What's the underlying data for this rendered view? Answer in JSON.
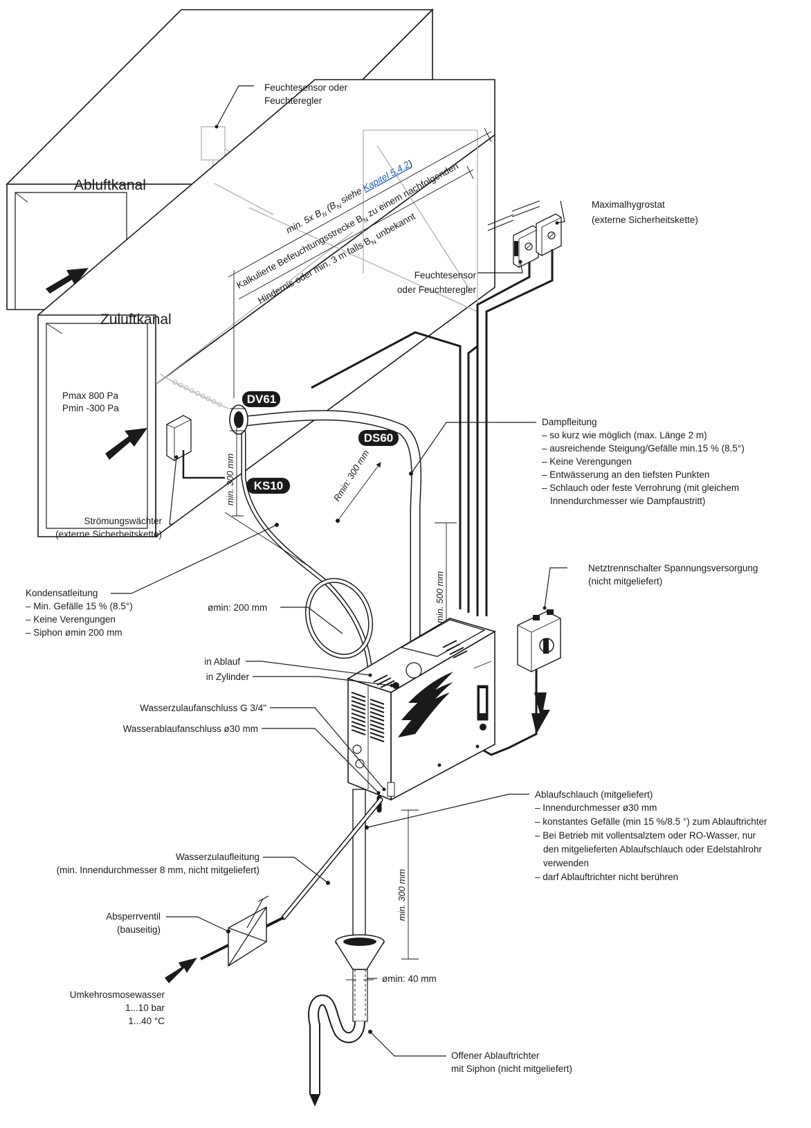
{
  "ducts": {
    "exhaust": "Abluftkanal",
    "supply": "Zuluftkanal",
    "pressure_max": "Pmax 800 Pa",
    "pressure_min": "Pmin -300 Pa"
  },
  "badges": {
    "dv61": "DV61",
    "ds60": "DS60",
    "ks10": "KS10"
  },
  "dimensions": {
    "distance_line1_a": "min. 5x B",
    "distance_line1_b": " (B",
    "distance_line1_c": " siehe ",
    "distance_link": "Kapitel 5.4.2",
    "distance_line1_d": ")",
    "distance_line2_a": "Kalkulierte Befeuchtungsstrecke B",
    "distance_line2_b": " zu einem nachfolgenden",
    "distance_line3_a": "Hindernis oder min. 3 m falls B",
    "distance_line3_b": " unbekannt",
    "subscript": "N",
    "ks10_min": "min. 300 mm",
    "radius_min": "Rmin: 300 mm",
    "ds60_min": "min. 500 mm",
    "drain_min": "min. 300 mm"
  },
  "labels": {
    "sensor_top": [
      "Feuchtesensor oder",
      "Feuchteregler"
    ],
    "max_hygrostat": [
      "Maximalhygrostat",
      "(externe Sicherheitskette)"
    ],
    "sensor_right": [
      "Feuchtesensor",
      "oder Feuchteregler"
    ],
    "steam_line": {
      "title": "Dampfleitung",
      "items": [
        "– so kurz wie möglich (max. Länge 2 m)",
        "– ausreichende Steigung/Gefälle min.15 % (8.5°)",
        "– Keine Verengungen",
        "– Entwässerung an den tiefsten Punkten",
        "– Schlauch oder feste Verrohrung (mit gleichem",
        "Innendurchmesser wie Dampfaustritt)"
      ]
    },
    "flow_monitor": [
      "Strömungswächter",
      "(externe Sicherheitskette)"
    ],
    "isolator": [
      "Netztrennschalter Spannungsversorgung",
      "(nicht mitgeliefert)"
    ],
    "condensate": [
      "Kondensatleitung",
      "– Min. Gefälle 15 % (8.5°)",
      "– Keine Verengungen",
      "– Siphon ømin 200 mm"
    ],
    "siphon_min": "ømin: 200 mm",
    "in_drain": "in Ablauf",
    "in_cylinder": "in Zylinder",
    "water_inlet_conn": "Wasserzulaufanschluss G 3/4\"",
    "water_drain_conn": "Wasserablaufanschluss ø30 mm",
    "drain_hose": [
      "Ablaufschlauch (mitgeliefert)",
      "– Innendurchmesser ø30 mm",
      "– konstantes Gefälle (min 15 %/8.5 °) zum Ablauftrichter",
      "– Bei Betrieb mit vollentsalztem oder RO-Wasser, nur",
      "den mitgelieferten Ablaufschlauch oder Edelstahlrohr",
      "verwenden",
      "– darf Ablauftrichter nicht berühren"
    ],
    "water_supply": [
      "Wasserzulaufleitung",
      "(min. Innendurchmesser  8 mm, nicht mitgeliefert)"
    ],
    "shutoff_valve": [
      "Absperrventil",
      "(bauseitig)"
    ],
    "ro_water": [
      "Umkehrosmosewasser",
      "1...10 bar",
      "1...40 °C"
    ],
    "funnel_min": "ømin: 40 mm",
    "open_funnel": [
      "Offener Ablauftrichter",
      "mit Siphon (nicht mitgeliefert)"
    ]
  }
}
